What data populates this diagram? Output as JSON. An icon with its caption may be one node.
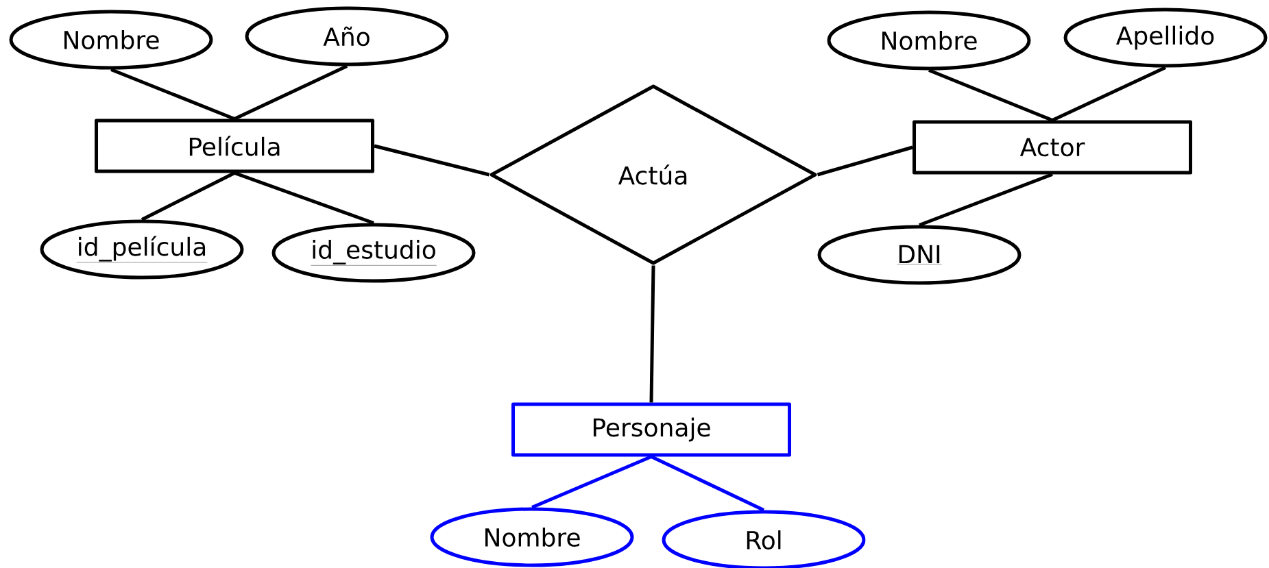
{
  "diagram": {
    "nodes": [
      {
        "text": [
          "Película"
        ]
      },
      {
        "text": [
          "Nombre"
        ]
      },
      {
        "text": [
          "Año"
        ]
      },
      {
        "text": [
          "id_película"
        ]
      },
      {
        "text": [
          "id_estudio"
        ]
      },
      {
        "text": [
          "Actúa"
        ]
      },
      {
        "text": [
          "Actor"
        ]
      },
      {
        "text": [
          "Nombre"
        ]
      },
      {
        "text": [
          "Apellido"
        ]
      },
      {
        "text": [
          "DNI"
        ]
      },
      {
        "text": [
          "Personaje"
        ]
      },
      {
        "text": [
          "Nombre"
        ]
      },
      {
        "text": [
          "Rol"
        ]
      }
    ],
    "edges": [
      {
        "from": 0,
        "to": 1,
        "arrow": "none"
      },
      {
        "from": 0,
        "to": 2,
        "arrow": "none"
      },
      {
        "from": 0,
        "to": 3,
        "arrow": "none"
      },
      {
        "from": 0,
        "to": 4,
        "arrow": "none"
      },
      {
        "from": 0,
        "to": 5,
        "arrow": "none"
      },
      {
        "from": 5,
        "to": 6,
        "arrow": "none"
      },
      {
        "from": 6,
        "to": 7,
        "arrow": "none"
      },
      {
        "from": 6,
        "to": 8,
        "arrow": "none"
      },
      {
        "from": 6,
        "to": 9,
        "arrow": "none"
      },
      {
        "from": 5,
        "to": 10,
        "arrow": "none"
      },
      {
        "from": 10,
        "to": 11,
        "arrow": "none",
        "color": "#0000ff"
      },
      {
        "from": 10,
        "to": 12,
        "arrow": "none",
        "color": "#0000ff"
      }
    ]
  }
}
